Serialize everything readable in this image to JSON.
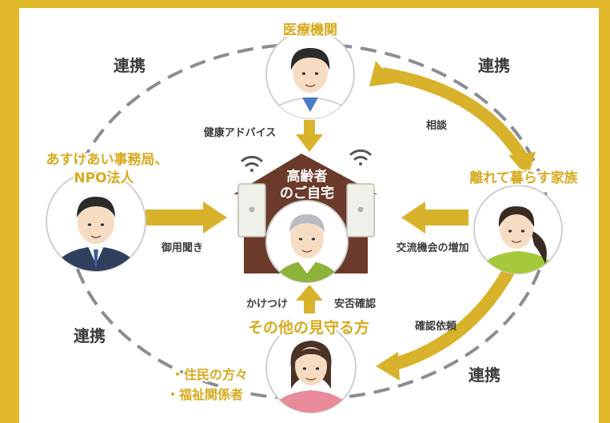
{
  "colors": {
    "frame": "#e2b92a",
    "panel": "#ffffff",
    "arrow": "#d9b22c",
    "house": "#6b3a2a",
    "dash": "#8a8e93",
    "label_gold": "#d8aa1e",
    "text_dark": "#3c3c3c"
  },
  "nodes": {
    "medical": {
      "label": "医療機関",
      "figure": "doctor-icon"
    },
    "asukeai": {
      "label_line1": "あすけあい事務局、",
      "label_line2": "NPO法人",
      "figure": "staff-man-icon"
    },
    "family": {
      "label": "離れて暮らす家族",
      "figure": "family-woman-icon"
    },
    "residents": {
      "label_line1": "・住民の方々",
      "label_line2": "・福祉関係者",
      "figure": "resident-woman-icon"
    },
    "home": {
      "label_line1": "高齢者",
      "label_line2": "のご自宅",
      "figure": "elderly-man-icon"
    }
  },
  "watchers_label": "その他の見守る方",
  "link_labels": {
    "top_left": "連携",
    "top_right": "連携",
    "bottom_left": "連携",
    "bottom_right": "連携"
  },
  "flow_labels": {
    "health_advice": "健康アドバイス",
    "consultation": "相談",
    "visit": "御用聞き",
    "exchange": "交流機会の増加",
    "rush": "かけつけ",
    "safety_check": "安否確認",
    "check_request": "確認依頼"
  }
}
